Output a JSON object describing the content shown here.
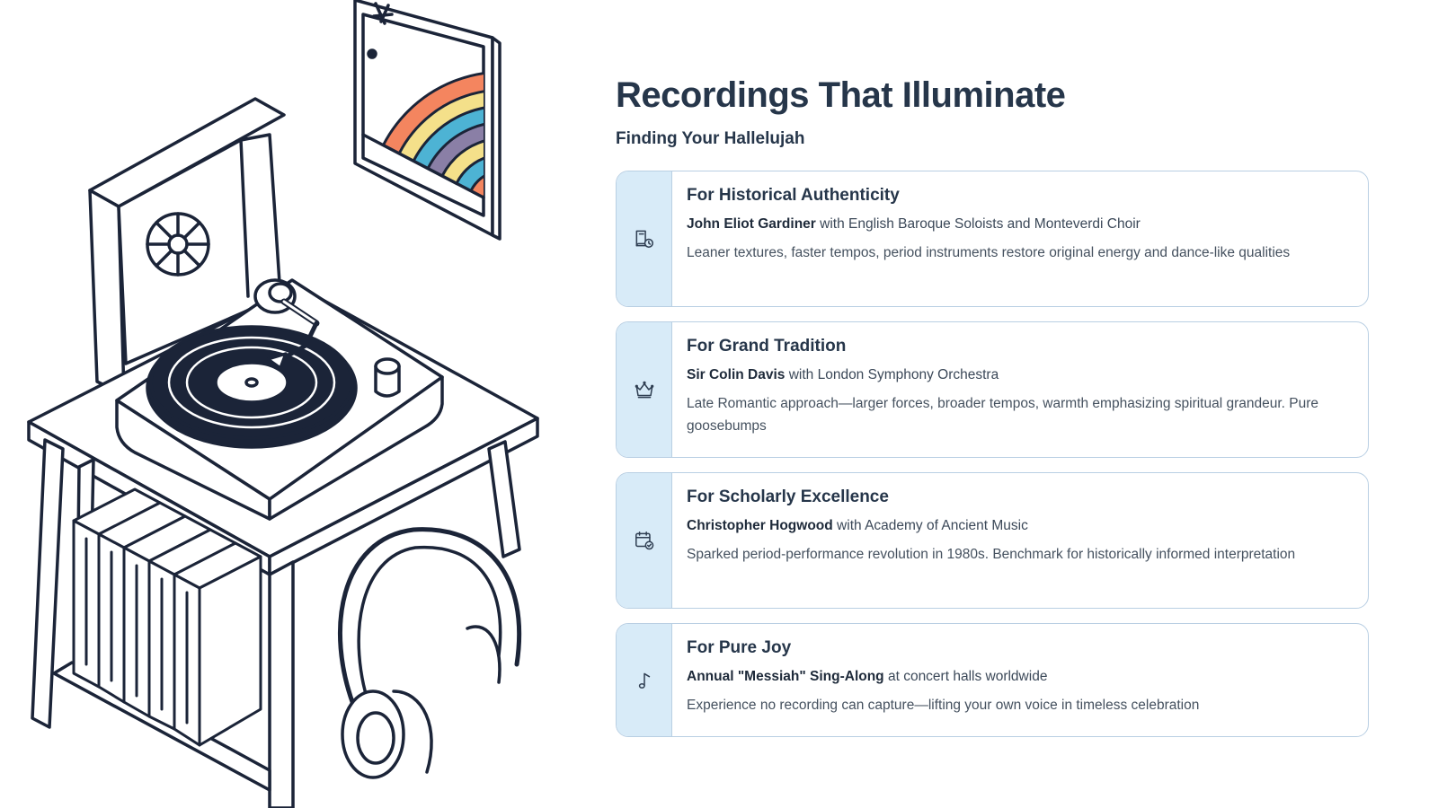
{
  "heading": {
    "title": "Recordings That Illuminate",
    "subtitle": "Finding Your Hallelujah"
  },
  "cards": [
    {
      "icon": "book-clock-icon",
      "title": "For Historical Authenticity",
      "artist": "John Eliot Gardiner",
      "ensemble": " with English Baroque Soloists and Monteverdi Choir",
      "description": "Leaner textures, faster tempos, period instruments restore original energy and dance-like qualities"
    },
    {
      "icon": "crown-icon",
      "title": "For Grand Tradition",
      "artist": "Sir Colin Davis",
      "ensemble": " with London Symphony Orchestra",
      "description": "Late Romantic approach—larger forces, broader tempos, warmth emphasizing spiritual grandeur. Pure goosebumps"
    },
    {
      "icon": "calendar-check-icon",
      "title": "For Scholarly Excellence",
      "artist": "Christopher Hogwood",
      "ensemble": " with Academy of Ancient Music",
      "description": "Sparked period-performance revolution in 1980s. Benchmark for historically informed interpretation"
    },
    {
      "icon": "music-note-icon",
      "title": "For Pure Joy",
      "artist": "Annual \"Messiah\" Sing-Along",
      "ensemble": " at concert halls worldwide",
      "description": "Experience no recording can capture—lifting your own voice in timeless celebration"
    }
  ],
  "colors": {
    "ink": "#1b2438",
    "accent_panel": "#d8ebf8",
    "card_border": "#b9cfe3",
    "rainbow": [
      "#f4855f",
      "#f4e08a",
      "#4db3d4",
      "#8a7fa6"
    ]
  }
}
